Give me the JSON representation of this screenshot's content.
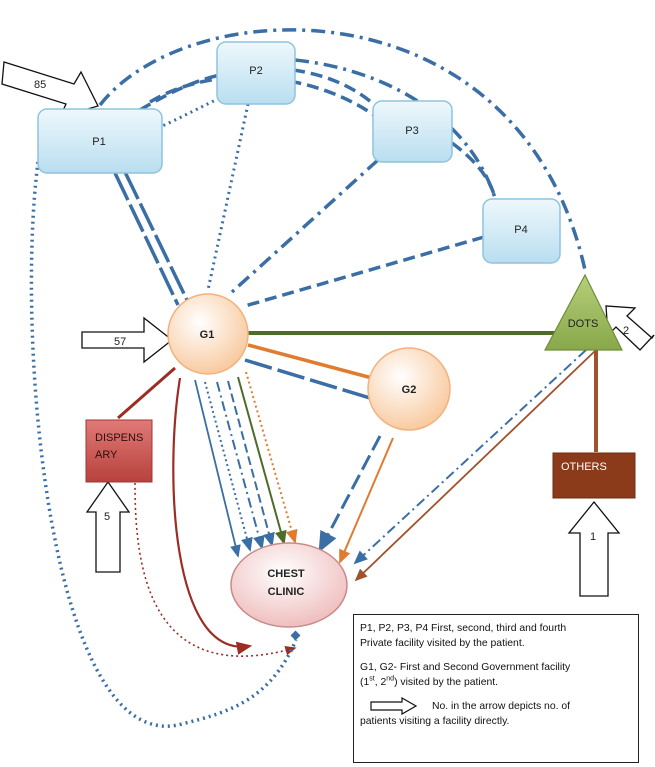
{
  "nodes": {
    "p1": "P1",
    "p2": "P2",
    "p3": "P3",
    "p4": "P4",
    "g1": "G1",
    "g2": "G2",
    "dots": "DOTS",
    "dispensary_line1": "DISPENS",
    "dispensary_line2": "ARY",
    "others": "OTHERS",
    "chest_clinic_line1": "CHEST",
    "chest_clinic_line2": "CLINIC"
  },
  "arrows": {
    "p1_count": "85",
    "g1_count": "57",
    "dots_count": "2",
    "dispensary_count": "5",
    "others_count": "1"
  },
  "legend": {
    "private_line1": "P1, P2, P3, P4 First, second, third and fourth",
    "private_line2": "Private facility visited by the patient.",
    "gov_line1": "G1, G2- First and Second Government facility",
    "gov_open": "(1",
    "gov_sup1": "st",
    "gov_mid": ", 2",
    "gov_sup2": "nd",
    "gov_close": ") visited by the patient.",
    "arrow_line1": "No. in the arrow depicts no. of",
    "arrow_line2": "patients visiting a facility directly."
  },
  "colors": {
    "blue_line": "#3a6ea5",
    "dark_red": "#9b2d24",
    "orange": "#e07b2f",
    "green": "#4e6b2a",
    "brown": "#a0522d",
    "private_box": "#cfe9f5",
    "gov_circle": "#fcd6b4",
    "dots_triangle": "#9bbb59",
    "dispensary": "#c0504d",
    "others": "#8b3a1a",
    "chest_clinic": "#f2c6c6"
  }
}
